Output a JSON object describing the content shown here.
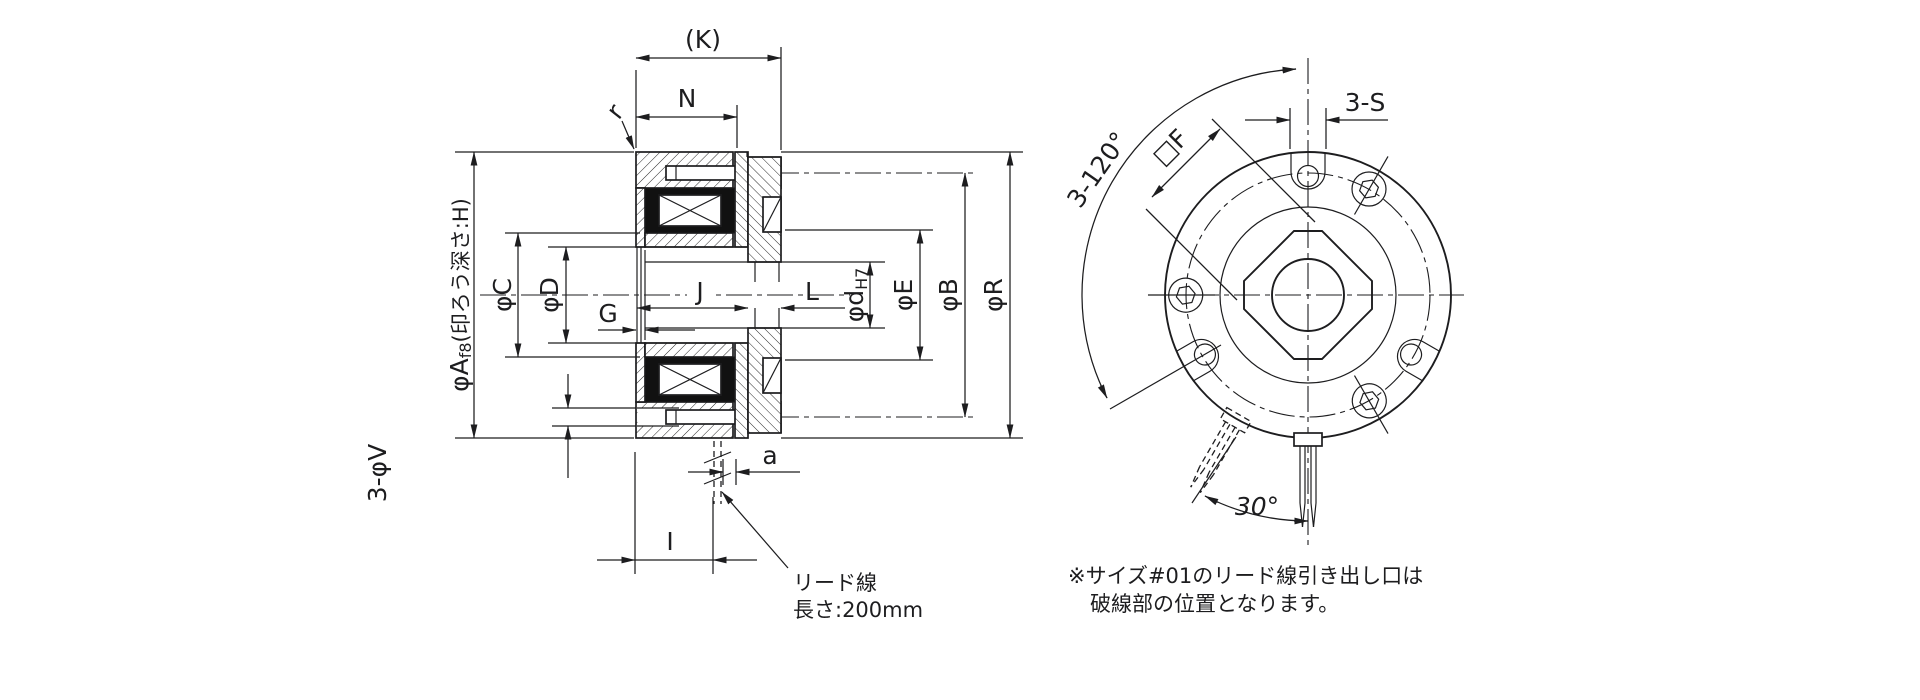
{
  "colors": {
    "background": "#ffffff",
    "line": "#1d1d1f",
    "coil": "#111111"
  },
  "section_view": {
    "dims": {
      "K": "(K)",
      "N": "N",
      "r": "r",
      "A_phi": "φA",
      "A_fit": "f8",
      "A_note": "(印ろう深さ:H)",
      "C": "φC",
      "D": "φD",
      "G": "G",
      "J": "J",
      "L": "L",
      "d_phi": "φd",
      "d_fit": "H7",
      "E": "φE",
      "B": "φB",
      "R": "φR",
      "V": "3-φV",
      "a": "a",
      "I": "I"
    },
    "lead_note": {
      "line1": "リード線",
      "line2": "長さ:200mm"
    }
  },
  "front_view": {
    "dims": {
      "angle120": "3-120°",
      "F": "□F",
      "S": "3-S",
      "angle30": "30°"
    }
  },
  "footnote": {
    "line1": "※サイズ#01のリード線引き出し口は",
    "line2": "破線部の位置となります。"
  }
}
